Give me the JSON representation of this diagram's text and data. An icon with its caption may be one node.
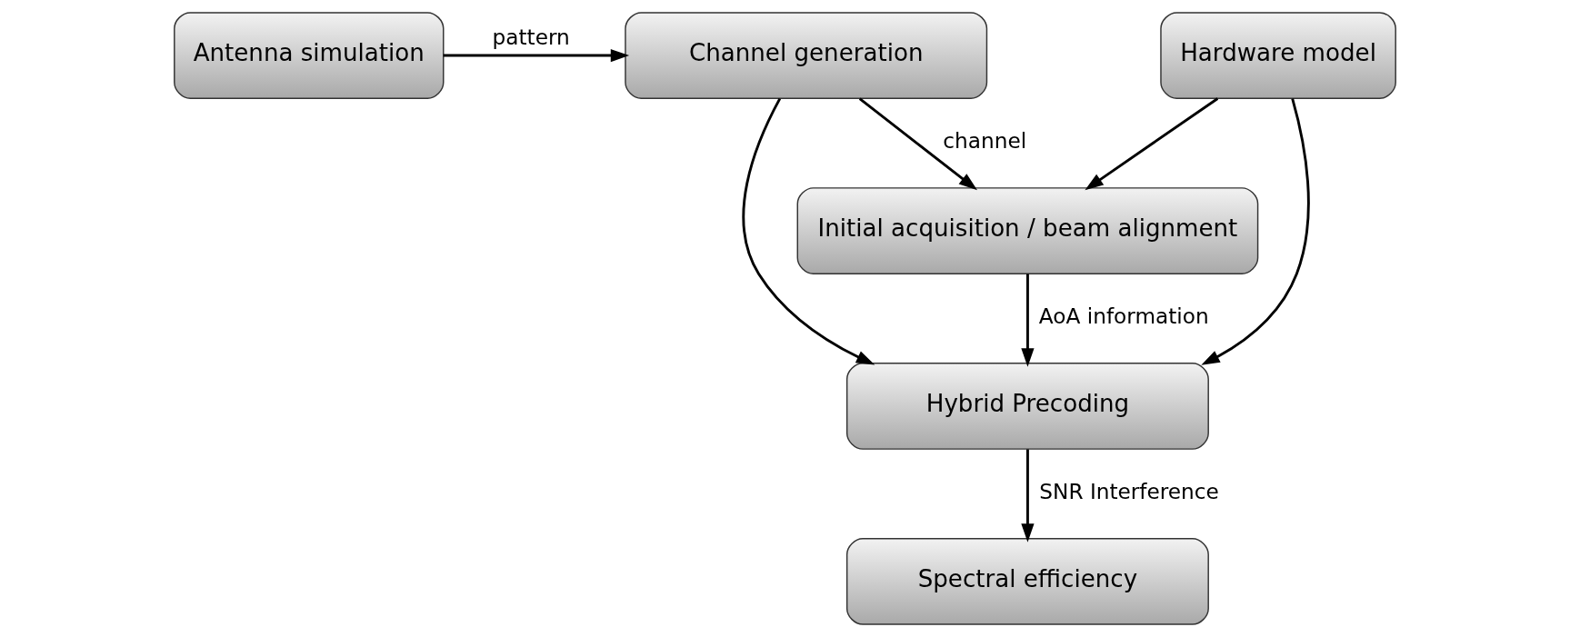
{
  "diagram": {
    "nodes": [
      {
        "text": [
          "Antenna simulation"
        ]
      },
      {
        "text": [
          "Channel generation"
        ]
      },
      {
        "text": [
          "Hardware model"
        ]
      },
      {
        "text": [
          "Initial acquisition / beam alignment"
        ]
      },
      {
        "text": [
          "Hybrid Precoding"
        ]
      },
      {
        "text": [
          "Spectral efficiency"
        ]
      }
    ],
    "edges": [
      {
        "from": 0,
        "to": 1,
        "arrow": "to",
        "label": "pattern"
      },
      {
        "from": 1,
        "to": 3,
        "arrow": "to",
        "label": "channel"
      },
      {
        "from": 1,
        "to": 4,
        "arrow": "to"
      },
      {
        "from": 2,
        "to": 3,
        "arrow": "to"
      },
      {
        "from": 2,
        "to": 4,
        "arrow": "to"
      },
      {
        "from": 3,
        "to": 4,
        "arrow": "to",
        "label": "AoA information"
      },
      {
        "from": 4,
        "to": 5,
        "arrow": "to",
        "label": "SNR Interference"
      }
    ]
  }
}
